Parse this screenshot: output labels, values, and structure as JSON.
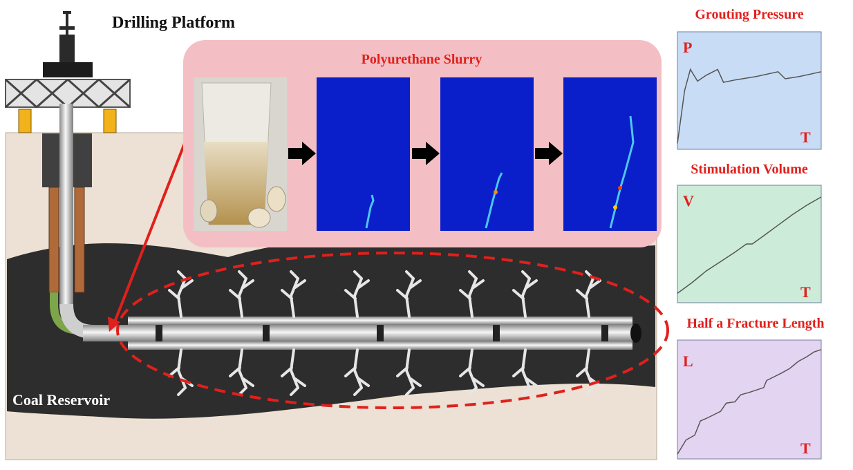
{
  "labels": {
    "platform": "Drilling Platform",
    "reservoir": "Coal Reservoir",
    "slurry": "Polyurethane Slurry"
  },
  "charts": {
    "pressure": {
      "title": "Grouting Pressure",
      "y_axis": "P",
      "x_axis": "T"
    },
    "volume": {
      "title": "Stimulation Volume",
      "y_axis": "V",
      "x_axis": "T"
    },
    "fracture": {
      "title": "Half a Fracture Length",
      "y_axis": "L",
      "x_axis": "T"
    }
  },
  "colors": {
    "label_red": "#e0201c",
    "coal": "#2d2d2d",
    "ground": "#ece1d4",
    "slurry_panel": "#f4bfc4",
    "sim_blue": "#0a1fc9",
    "chart_pressure_bg": "#c9dcf5",
    "chart_volume_bg": "#cdebd9",
    "chart_fracture_bg": "#e3d4f2",
    "rig": "#2a2a2a",
    "rig_support": "#f1b21b",
    "casing": "#b06a3a"
  },
  "chart_data": [
    {
      "type": "line",
      "title": "Grouting Pressure",
      "xlabel": "T",
      "ylabel": "P",
      "x": [
        0,
        0.05,
        0.09,
        0.14,
        0.2,
        0.28,
        0.32,
        0.4,
        0.55,
        0.7,
        0.75,
        0.85,
        1.0
      ],
      "values": [
        0.05,
        0.5,
        0.68,
        0.58,
        0.63,
        0.68,
        0.57,
        0.59,
        0.62,
        0.66,
        0.6,
        0.62,
        0.66
      ],
      "ylim": [
        0,
        1
      ],
      "xlim": [
        0,
        1
      ],
      "grid": false
    },
    {
      "type": "line",
      "title": "Stimulation Volume",
      "xlabel": "T",
      "ylabel": "V",
      "x": [
        0,
        0.1,
        0.2,
        0.3,
        0.4,
        0.48,
        0.52,
        0.6,
        0.7,
        0.8,
        0.9,
        1.0
      ],
      "values": [
        0.08,
        0.17,
        0.27,
        0.35,
        0.43,
        0.5,
        0.5,
        0.57,
        0.66,
        0.75,
        0.83,
        0.9
      ],
      "ylim": [
        0,
        1
      ],
      "xlim": [
        0,
        1
      ],
      "grid": false
    },
    {
      "type": "line",
      "title": "Half a Fracture Length",
      "xlabel": "T",
      "ylabel": "L",
      "x": [
        0,
        0.06,
        0.12,
        0.16,
        0.2,
        0.3,
        0.34,
        0.4,
        0.44,
        0.5,
        0.6,
        0.62,
        0.72,
        0.78,
        0.84,
        0.9,
        0.95,
        1.0
      ],
      "values": [
        0.04,
        0.16,
        0.2,
        0.32,
        0.34,
        0.4,
        0.47,
        0.48,
        0.54,
        0.56,
        0.6,
        0.66,
        0.72,
        0.76,
        0.82,
        0.86,
        0.9,
        0.92
      ],
      "ylim": [
        0,
        1
      ],
      "xlim": [
        0,
        1
      ],
      "grid": false
    }
  ]
}
